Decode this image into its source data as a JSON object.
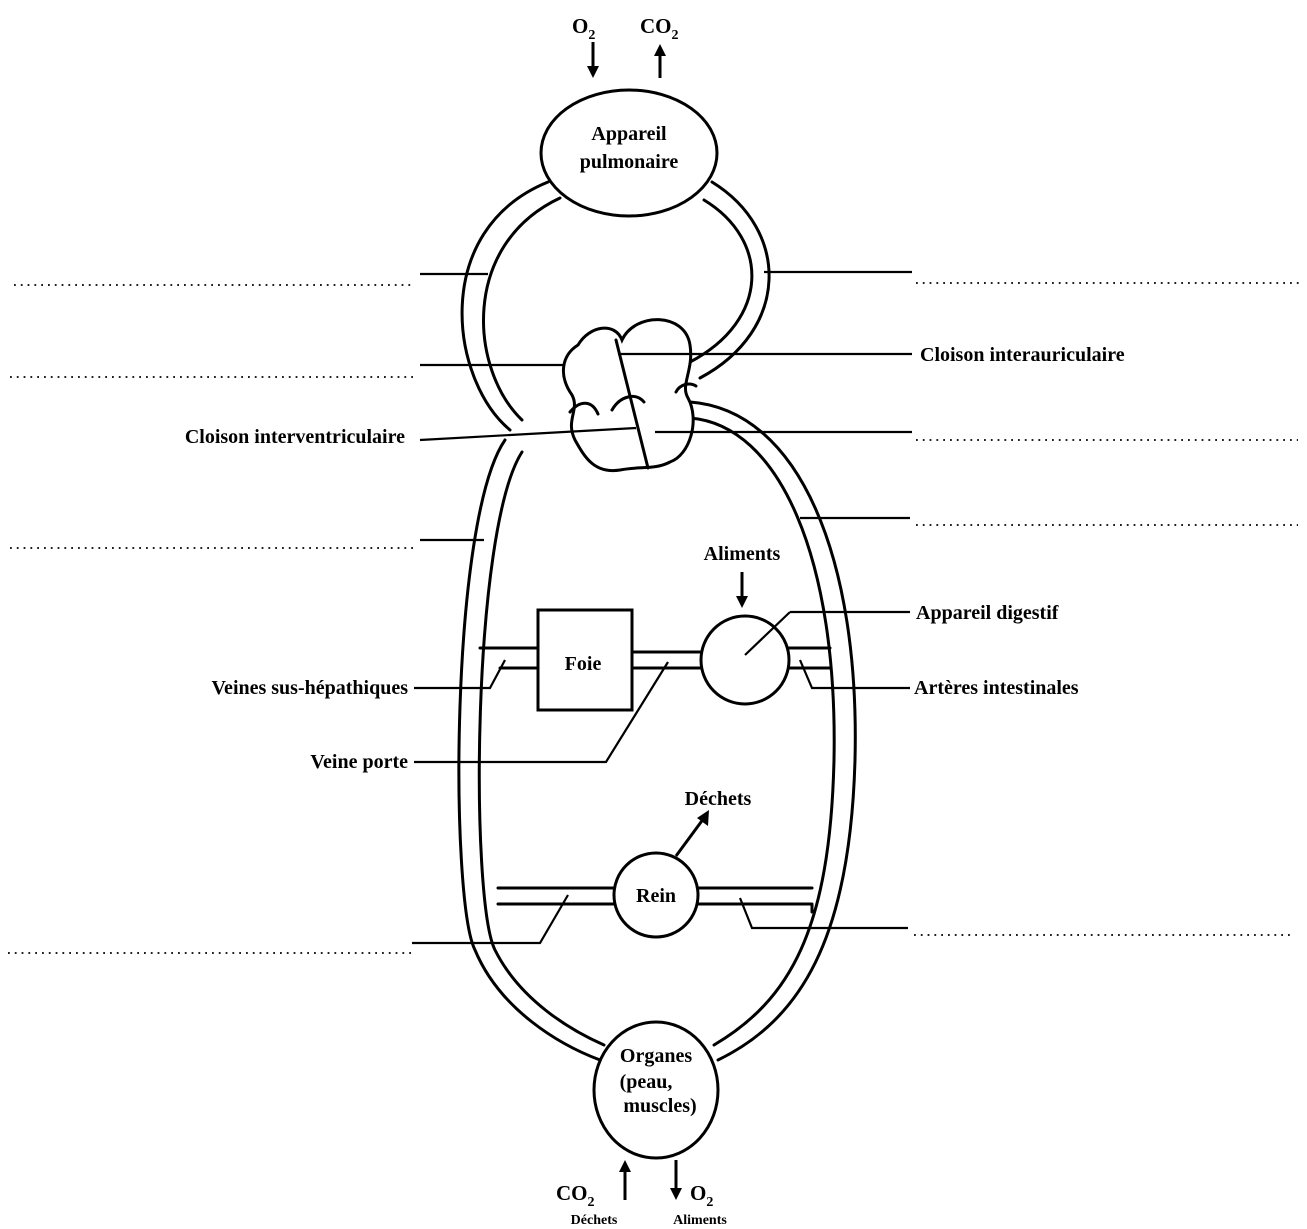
{
  "gas_top": {
    "o2": "O",
    "o2_sub": "2",
    "co2": "CO",
    "co2_sub": "2"
  },
  "organs": {
    "lung_line1": "Appareil",
    "lung_line2": "pulmonaire",
    "liver": "Foie",
    "kidney": "Rein",
    "tissues_line1": "Organes",
    "tissues_line2": "(peau,",
    "tissues_line3": "muscles)"
  },
  "labels": {
    "interatrial_septum": "Cloison interauriculaire",
    "interventricular_septum": "Cloison interventriculaire",
    "food": "Aliments",
    "digestive_system": "Appareil digestif",
    "hepatic_veins": "Veines sus-hépathiques",
    "intestinal_arteries": "Artères intestinales",
    "portal_vein": "Veine porte",
    "waste": "Déchets"
  },
  "gas_bottom": {
    "co2": "CO",
    "co2_sub": "2",
    "o2": "O",
    "o2_sub": "2",
    "waste": "Déchets",
    "food": "Aliments"
  }
}
